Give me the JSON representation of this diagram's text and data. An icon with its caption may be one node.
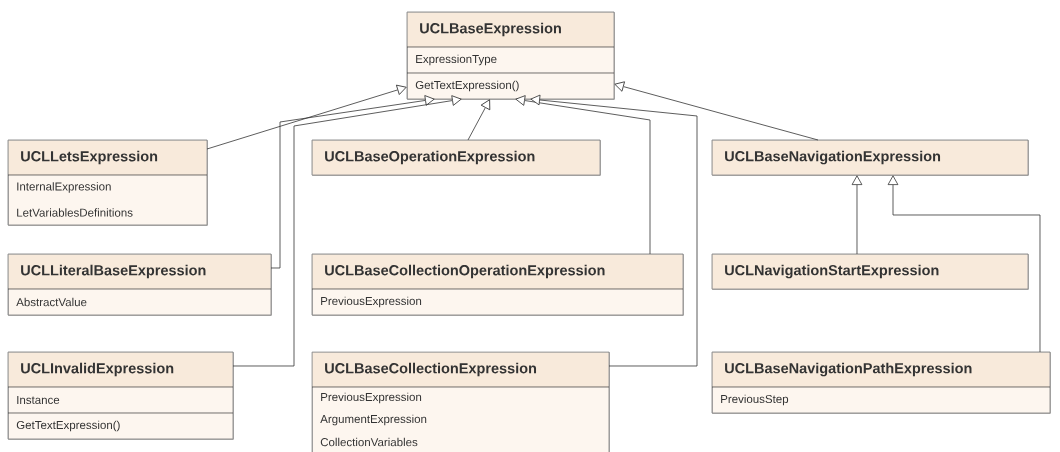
{
  "diagram": {
    "nodes": [
      {
        "text": [
          "UCLBaseExpression",
          "ExpressionType",
          "GetTextExpression()"
        ]
      },
      {
        "text": [
          "UCLLetsExpression",
          "InternalExpression",
          "LetVariablesDefinitions"
        ]
      },
      {
        "text": [
          "UCLBaseOperationExpression"
        ]
      },
      {
        "text": [
          "UCLBaseNavigationExpression"
        ]
      },
      {
        "text": [
          "UCLLiteralBaseExpression",
          "AbstractValue"
        ]
      },
      {
        "text": [
          "UCLBaseCollectionOperationExpression",
          "PreviousExpression"
        ]
      },
      {
        "text": [
          "UCLNavigationStartExpression"
        ]
      },
      {
        "text": [
          "UCLInvalidExpression",
          "Instance",
          "GetTextExpression()"
        ]
      },
      {
        "text": [
          "UCLBaseCollectionExpression",
          "PreviousExpression",
          "ArgumentExpression",
          "CollectionVariables"
        ]
      },
      {
        "text": [
          "UCLBaseNavigationPathExpression",
          "PreviousStep"
        ]
      }
    ],
    "edges": [
      {
        "from": 1,
        "to": 0,
        "arrow": "to"
      },
      {
        "from": 2,
        "to": 0,
        "arrow": "to"
      },
      {
        "from": 3,
        "to": 0,
        "arrow": "to"
      },
      {
        "from": 4,
        "to": 0,
        "arrow": "to"
      },
      {
        "from": 5,
        "to": 0,
        "arrow": "to"
      },
      {
        "from": 6,
        "to": 3,
        "arrow": "to"
      },
      {
        "from": 7,
        "to": 0,
        "arrow": "to"
      },
      {
        "from": 8,
        "to": 0,
        "arrow": "to"
      },
      {
        "from": 9,
        "to": 3,
        "arrow": "to"
      }
    ]
  }
}
